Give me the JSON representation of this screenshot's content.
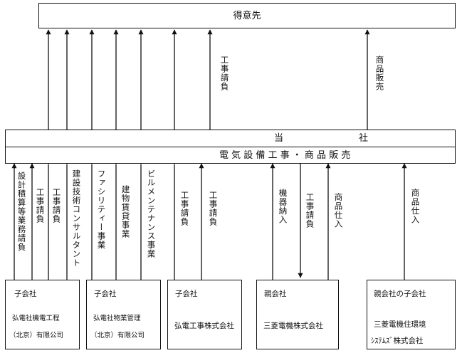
{
  "top_box": {
    "label": "得意先"
  },
  "company_box": {
    "row1_left": "当",
    "row1_right": "社",
    "row2": "電 気 設 備 工 事 ・ 商 品 販 売"
  },
  "upper_labels": {
    "construction": "工事請負",
    "sales": "商品販売"
  },
  "vertical_labels": [
    "設計積算等業務請負",
    "工事請負",
    "工事請負",
    "建設技術コンサルタント",
    "ファシリティー事業",
    "建物賃貸事業",
    "ビルメンテナンス事業",
    "工事請負",
    "工事請負",
    "機器納入",
    "工事請負",
    "商品仕入",
    "商品仕入"
  ],
  "companies": [
    {
      "type": "子会社",
      "name_line1": "弘電社機電工程",
      "name_line2": "（北京）有限公司"
    },
    {
      "type": "子会社",
      "name_line1": "弘電社物業管理",
      "name_line2": "（北京）有限公司"
    },
    {
      "type": "子会社",
      "name_line1": "弘電工事株式会社",
      "name_line2": ""
    },
    {
      "type": "親会社",
      "name_line1": "三菱電機株式会社",
      "name_line2": ""
    },
    {
      "type": "親会社の子会社",
      "name_line1": "三菱電機住環境",
      "name_line2": "ｼｽﾃﾑｽﾞ株式会社"
    }
  ]
}
